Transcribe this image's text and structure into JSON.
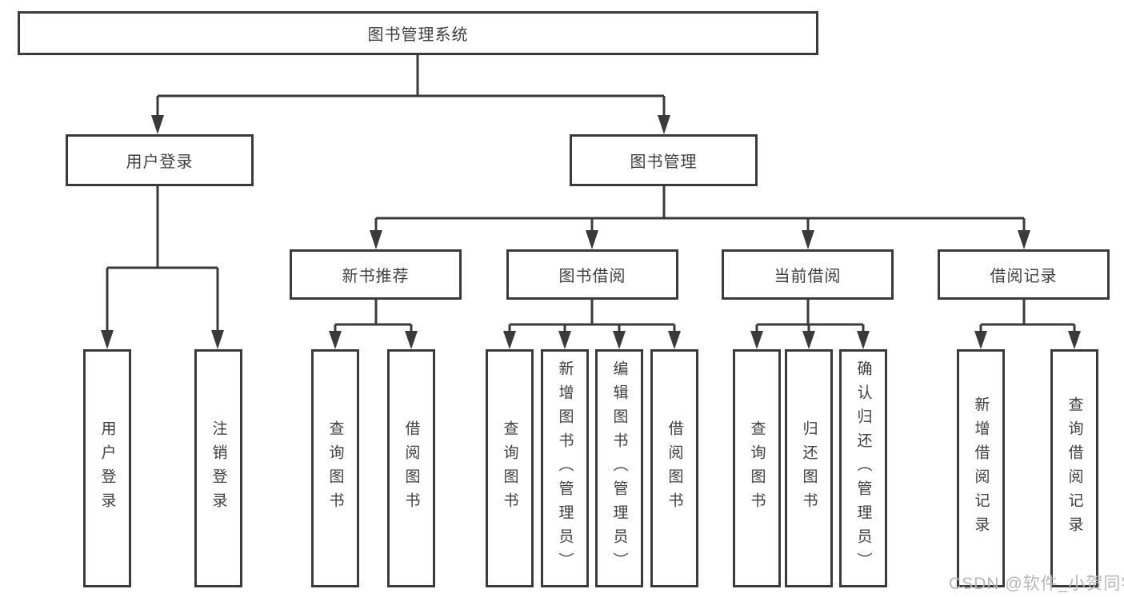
{
  "nodes": {
    "root": {
      "label": "图书管理系统"
    },
    "level2": [
      {
        "label": "用户登录"
      },
      {
        "label": "图书管理"
      }
    ],
    "level3": [
      {
        "label": "新书推荐"
      },
      {
        "label": "图书借阅"
      },
      {
        "label": "当前借阅"
      },
      {
        "label": "借阅记录"
      }
    ],
    "leaves": {
      "user_login": [
        {
          "label": "用户登录"
        },
        {
          "label": "注销登录"
        }
      ],
      "new_book_recommend": [
        {
          "label": "查询图书"
        },
        {
          "label": "借阅图书"
        }
      ],
      "book_borrow": [
        {
          "label": "查询图书"
        },
        {
          "label": "新增图书（管理员）"
        },
        {
          "label": "编辑图书（管理员）"
        },
        {
          "label": "借阅图书"
        }
      ],
      "current_borrow": [
        {
          "label": "查询图书"
        },
        {
          "label": "归还图书"
        },
        {
          "label": "确认归还（管理员）"
        }
      ],
      "borrow_records": [
        {
          "label": "新增借阅记录"
        },
        {
          "label": "查询借阅记录"
        }
      ]
    }
  },
  "watermark": {
    "text": "CSDN @软件_小贺同学"
  },
  "colors": {
    "line": "#3a3a3a",
    "text": "#3f3f3f",
    "watermark": "#b6b6b6",
    "background": "#ffffff"
  }
}
